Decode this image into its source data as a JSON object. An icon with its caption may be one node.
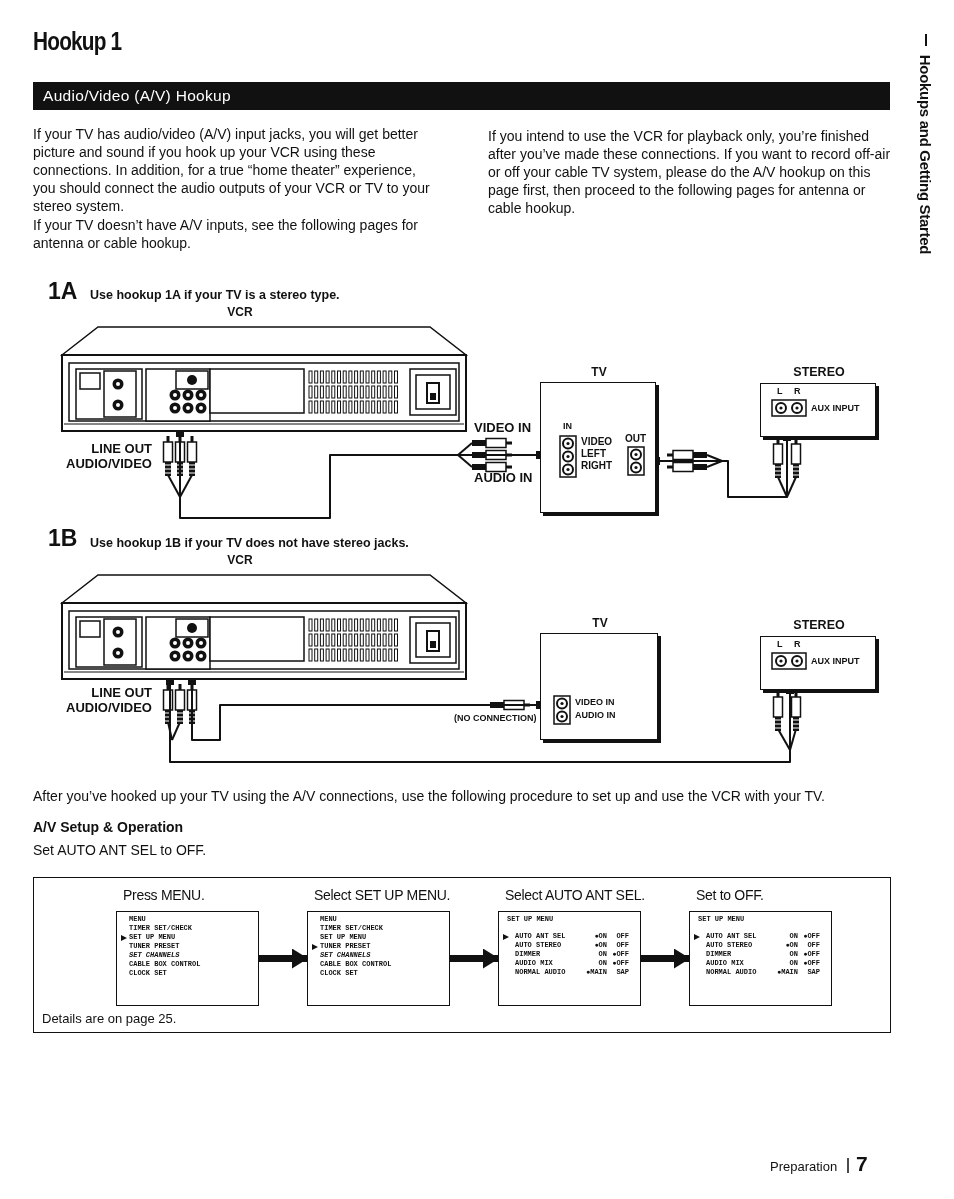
{
  "diagram": {
    "title": "Hookup 1",
    "nodes": [
      {
        "text": [
          "Audio/Video (A/V) Hookup"
        ]
      },
      {
        "text": [
          "VCR"
        ],
        "beside": [
          "LINE OUT AUDIO/VIDEO"
        ]
      },
      {
        "text": [
          "TV",
          "IN",
          "VIDEO",
          "LEFT",
          "RIGHT",
          "OUT"
        ],
        "beside": [
          "VIDEO IN",
          "AUDIO IN"
        ]
      },
      {
        "text": [
          "STEREO",
          "L",
          "R",
          "AUX INPUT"
        ]
      },
      {
        "text": [
          "VCR"
        ],
        "beside": [
          "LINE OUT AUDIO/VIDEO"
        ]
      },
      {
        "text": [
          "TV",
          "VIDEO IN",
          "AUDIO IN"
        ]
      },
      {
        "text": [
          "STEREO",
          "L",
          "R",
          "AUX INPUT"
        ]
      },
      {
        "text": [
          "Details are on page 25."
        ]
      },
      {
        "text": [
          "Press MENU.",
          "MENU",
          "TIMER SET/CHECK",
          "SET UP MENU",
          "TUNER PRESET",
          "SET CHANNELS",
          "CABLE BOX CONTROL",
          "CLOCK SET"
        ],
        "in": 7
      },
      {
        "text": [
          "Select SET UP MENU.",
          "MENU",
          "TIMER SET/CHECK",
          "SET UP MENU",
          "TUNER PRESET",
          "SET CHANNELS",
          "CABLE BOX CONTROL",
          "CLOCK SET"
        ],
        "in": 7
      },
      {
        "text": [
          "Select AUTO ANT SEL.",
          "SET UP MENU",
          "AUTO ANT SEL",
          "●ON",
          "OFF",
          "AUTO STEREO",
          "●ON",
          "OFF",
          "DIMMER",
          "ON",
          "●OFF",
          "AUDIO MIX",
          "ON",
          "●OFF",
          "NORMAL AUDIO",
          "●MAIN",
          "SAP"
        ],
        "in": 7
      },
      {
        "text": [
          "Set to OFF.",
          "SET UP MENU",
          "AUTO ANT SEL",
          "ON",
          "●OFF",
          "AUTO STEREO",
          "●ON",
          "OFF",
          "DIMMER",
          "ON",
          "●OFF",
          "AUDIO MIX",
          "ON",
          "●OFF",
          "NORMAL AUDIO",
          "●MAIN",
          "SAP"
        ],
        "in": 7
      }
    ],
    "edges": [
      {
        "from": 1,
        "to": 2,
        "arrow": "other"
      },
      {
        "from": 2,
        "to": 3,
        "arrow": "other"
      },
      {
        "from": 4,
        "to": 5,
        "arrow": "other"
      },
      {
        "from": 4,
        "to": 6,
        "arrow": "other"
      },
      {
        "from": 8,
        "to": 9,
        "arrow": "to",
        "style": "thick"
      },
      {
        "from": 9,
        "to": 10,
        "arrow": "to",
        "style": "thick"
      },
      {
        "from": 10,
        "to": 11,
        "arrow": "to",
        "style": "thick"
      }
    ],
    "labels": [
      "If your TV has audio/video (A/V) input jacks, you will get better picture and sound if you hook up your VCR using these connections. In addition, for a true “home theater” experience, you should connect the audio outputs of your VCR or TV to your stereo system.",
      "If your TV doesn’t have A/V inputs, see the following pages for antenna or cable hookup.",
      "If you intend to use the VCR for playback only, you’re finished after you’ve made these connections. If you want to record off-air or off your cable TV system, please do the A/V hookup on this page first, then proceed to the following pages for antenna or cable hookup.",
      "1A",
      "Use hookup 1A if your TV is a stereo type.",
      "1B",
      "Use hookup 1B if your TV does not have stereo jacks.",
      "(NO CONNECTION)",
      "After you’ve hooked up your TV using the A/V connections, use the following procedure to set up and use the VCR with your TV.",
      "A/V Setup & Operation",
      "Set AUTO ANT SEL to OFF.",
      "Hookups and Getting Started",
      "Preparation",
      "7"
    ]
  }
}
